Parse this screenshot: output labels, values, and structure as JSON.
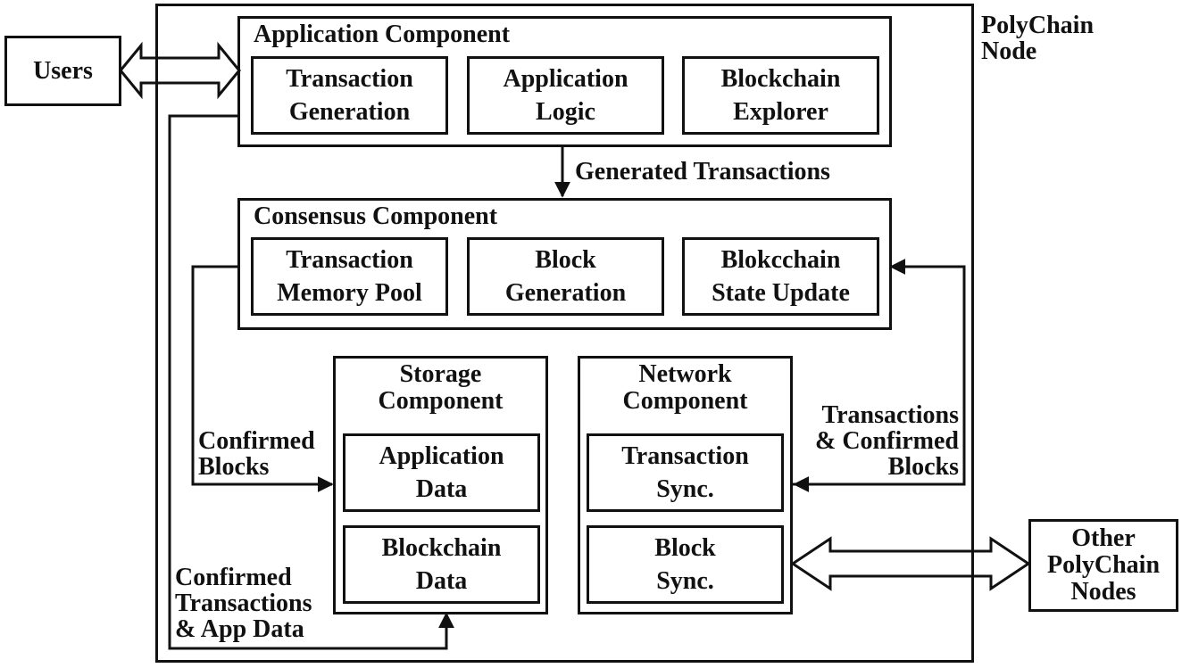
{
  "node": {
    "title_lines": [
      "PolyChain",
      "Node"
    ]
  },
  "users": {
    "label": "Users"
  },
  "other_nodes": {
    "lines": [
      "Other",
      "PolyChain",
      "Nodes"
    ]
  },
  "application": {
    "title": "Application Component",
    "modules": [
      {
        "lines": [
          "Transaction",
          "Generation"
        ]
      },
      {
        "lines": [
          "Application",
          "Logic"
        ]
      },
      {
        "lines": [
          "Blockchain",
          "Explorer"
        ]
      }
    ]
  },
  "consensus": {
    "title": "Consensus Component",
    "modules": [
      {
        "lines": [
          "Transaction",
          "Memory Pool"
        ]
      },
      {
        "lines": [
          "Block",
          "Generation"
        ]
      },
      {
        "lines": [
          "Blokcchain",
          "State Update"
        ]
      }
    ]
  },
  "storage": {
    "title_lines": [
      "Storage",
      "Component"
    ],
    "modules": [
      {
        "lines": [
          "Application",
          "Data"
        ]
      },
      {
        "lines": [
          "Blockchain",
          "Data"
        ]
      }
    ]
  },
  "network": {
    "title_lines": [
      "Network",
      "Component"
    ],
    "modules": [
      {
        "lines": [
          "Transaction",
          "Sync."
        ]
      },
      {
        "lines": [
          "Block",
          "Sync."
        ]
      }
    ]
  },
  "flows": {
    "generated_transactions": [
      "Generated Transactions"
    ],
    "confirmed_blocks": [
      "Confirmed",
      "Blocks"
    ],
    "confirmed_transactions": [
      "Confirmed",
      "Transactions",
      "& App Data"
    ],
    "tx_and_blocks": [
      "Transactions",
      "& Confirmed",
      "Blocks"
    ]
  }
}
